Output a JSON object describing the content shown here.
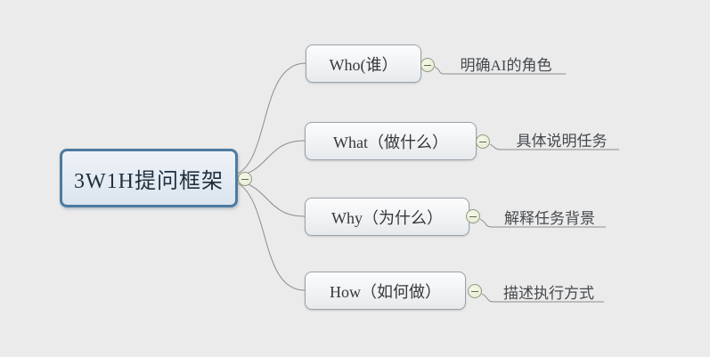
{
  "colors": {
    "background": "#ebebeb",
    "root_border": "#4d7ba1",
    "root_fill": "#e3eaf2",
    "branch_border": "#98a2aa",
    "branch_fill": "#eef0f2",
    "connector_line": "#8c8c8c",
    "collapse_icon_fill": "#eaf0d6",
    "collapse_icon_border": "#8f9a85"
  },
  "mindmap": {
    "root": {
      "label": "3W1H提问框架"
    },
    "branches": [
      {
        "label": "Who(谁）",
        "note": "明确AI的角色"
      },
      {
        "label": "What（做什么）",
        "note": "具体说明任务"
      },
      {
        "label": "Why（为什么）",
        "note": "解释任务背景"
      },
      {
        "label": "How（如何做）",
        "note": "描述执行方式"
      }
    ],
    "collapse_icon_glyph": "minus"
  }
}
